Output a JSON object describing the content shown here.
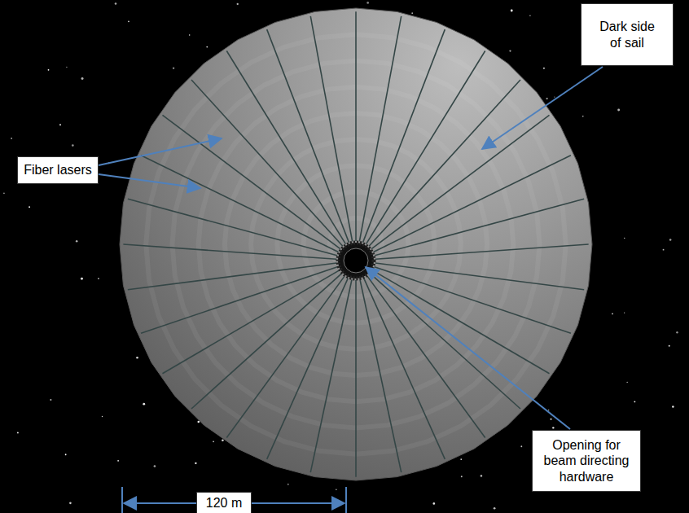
{
  "diagram": {
    "nodes": [
      {
        "text": [
          "Dark side of sail"
        ]
      },
      {
        "text": [
          "Fiber lasers"
        ]
      },
      {
        "text": [
          "Opening for beam directing hardware"
        ]
      },
      {
        "text": [
          "120 m"
        ]
      }
    ]
  }
}
